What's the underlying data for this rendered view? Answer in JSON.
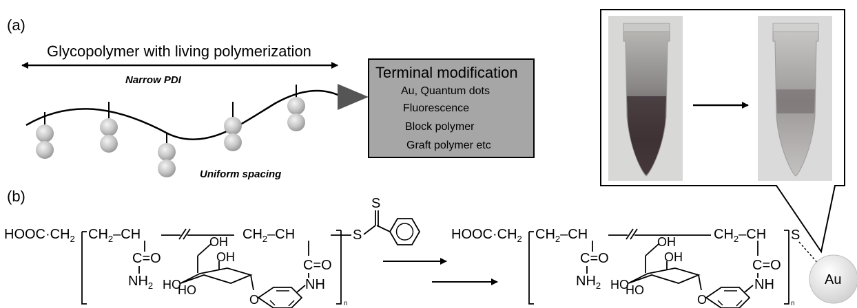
{
  "panel_a": {
    "label": "(a)",
    "title": "Glycopolymer with living polymerization",
    "pdi_label": "Narrow PDI",
    "spacing_label": "Uniform spacing",
    "terminal_box": {
      "title": "Terminal modification",
      "items": [
        "Au, Quantum dots",
        "Fluorescence",
        "Block polymer",
        "Graft polymer  etc"
      ]
    }
  },
  "panel_b": {
    "label": "(b)",
    "left": {
      "end_group": "HOOC·CH",
      "end_sub": "2",
      "backbone_1": "CH",
      "backbone_1_sub": "2",
      "backbone_1_b": "–CH",
      "backbone_2": "CH",
      "backbone_2_sub": "2",
      "backbone_2_b": "–CH",
      "amide_co": "C=O",
      "amide_nh": "NH",
      "amide_nh_sub": "2",
      "sugar_oh_1": "OH",
      "sugar_oh_2": "OH",
      "sugar_ho_1": "HO",
      "sugar_ho_2": "HO",
      "link_co": "C=O",
      "link_nh": "NH",
      "o_link": "O",
      "repeat": "n",
      "thio_s": "S",
      "thio_s2": "S"
    },
    "right": {
      "end_group": "HOOC·CH",
      "end_sub": "2",
      "backbone_1": "CH",
      "backbone_1_sub": "2",
      "backbone_1_b": "–CH",
      "backbone_2": "CH",
      "backbone_2_sub": "2",
      "backbone_2_b": "–CH",
      "amide_co": "C=O",
      "amide_nh": "NH",
      "amide_nh_sub": "2",
      "sugar_oh_1": "OH",
      "sugar_oh_2": "OH",
      "sugar_ho_1": "HO",
      "sugar_ho_2": "HO",
      "link_co": "C=O",
      "link_nh": "NH",
      "o_link": "O",
      "repeat": "n",
      "thio_s": "S",
      "au_label": "Au"
    }
  },
  "photo_inset": {
    "left_tube": "deep-red gold nanoparticle solution",
    "right_tube": "pale solution after aggregation"
  }
}
